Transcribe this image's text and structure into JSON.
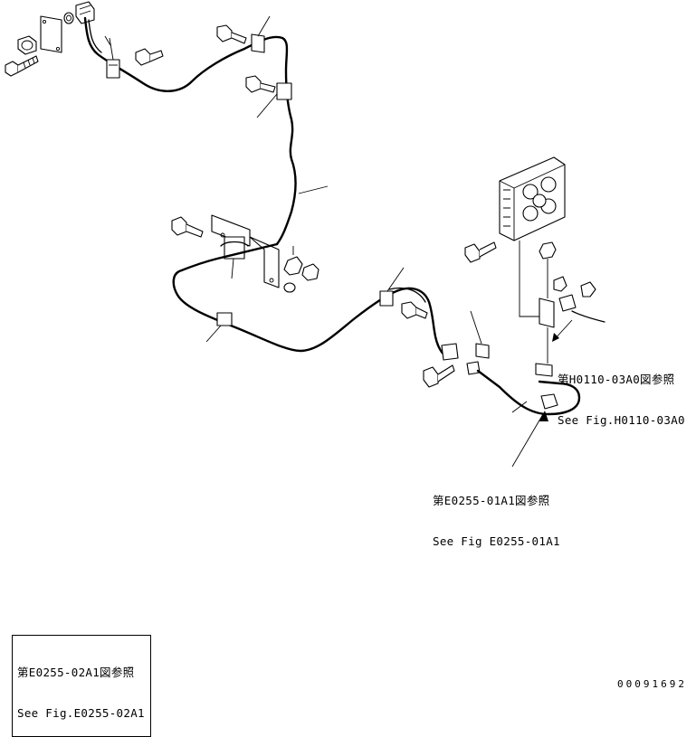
{
  "callouts": {
    "h0110": {
      "jp": "第H0110-03A0図参照",
      "en": "See Fig.H0110-03A0"
    },
    "e0255_01": {
      "jp": "第E0255-01A1図参照",
      "en": "See Fig E0255-01A1"
    },
    "e0255_02": {
      "jp": "第E0255-02A1図参照",
      "en": "See Fig.E0255-02A1"
    }
  },
  "drawing_number": "00091692"
}
